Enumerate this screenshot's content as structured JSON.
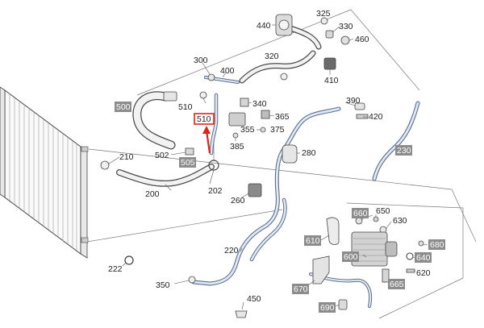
{
  "colors": {
    "line": "#555555",
    "hose": "#4a4a4a",
    "hose_fill": "#f2f2f2",
    "pipe": "#5a6e8c",
    "pipe_fill": "#dfe8f3",
    "label_bg": "#8c8c8c",
    "callout": "#e2231a",
    "label_text": "#222222"
  },
  "parts": [
    {
      "id": "p440",
      "text": "440"
    },
    {
      "id": "p325",
      "text": "325"
    },
    {
      "id": "p330",
      "text": "330"
    },
    {
      "id": "p460",
      "text": "460"
    },
    {
      "id": "p320",
      "text": "320"
    },
    {
      "id": "p300",
      "text": "300"
    },
    {
      "id": "p400",
      "text": "400"
    },
    {
      "id": "p410",
      "text": "410"
    },
    {
      "id": "p500",
      "text": "500",
      "highlight": true
    },
    {
      "id": "p510a",
      "text": "510"
    },
    {
      "id": "p510b",
      "text": "510",
      "boxed": true
    },
    {
      "id": "p340",
      "text": "340"
    },
    {
      "id": "p365",
      "text": "365"
    },
    {
      "id": "p355",
      "text": "355"
    },
    {
      "id": "p375",
      "text": "375"
    },
    {
      "id": "p385",
      "text": "385"
    },
    {
      "id": "p390",
      "text": "390"
    },
    {
      "id": "p420",
      "text": "420"
    },
    {
      "id": "p280",
      "text": "280"
    },
    {
      "id": "p230",
      "text": "230",
      "highlight": true
    },
    {
      "id": "p210",
      "text": "210"
    },
    {
      "id": "p502",
      "text": "502"
    },
    {
      "id": "p505",
      "text": "505",
      "highlight": true
    },
    {
      "id": "p200",
      "text": "200"
    },
    {
      "id": "p202",
      "text": "202"
    },
    {
      "id": "p260",
      "text": "260"
    },
    {
      "id": "p660",
      "text": "660",
      "highlight": true
    },
    {
      "id": "p650",
      "text": "650"
    },
    {
      "id": "p630",
      "text": "630"
    },
    {
      "id": "p610",
      "text": "610",
      "highlight": true
    },
    {
      "id": "p680",
      "text": "680",
      "highlight": true
    },
    {
      "id": "p640",
      "text": "640",
      "highlight": true
    },
    {
      "id": "p600",
      "text": "600",
      "highlight": true
    },
    {
      "id": "p620",
      "text": "620"
    },
    {
      "id": "p220",
      "text": "220"
    },
    {
      "id": "p665",
      "text": "665",
      "highlight": true
    },
    {
      "id": "p222",
      "text": "222"
    },
    {
      "id": "p670",
      "text": "670",
      "highlight": true
    },
    {
      "id": "p350",
      "text": "350"
    },
    {
      "id": "p450",
      "text": "450"
    },
    {
      "id": "p690",
      "text": "690",
      "highlight": true
    }
  ]
}
